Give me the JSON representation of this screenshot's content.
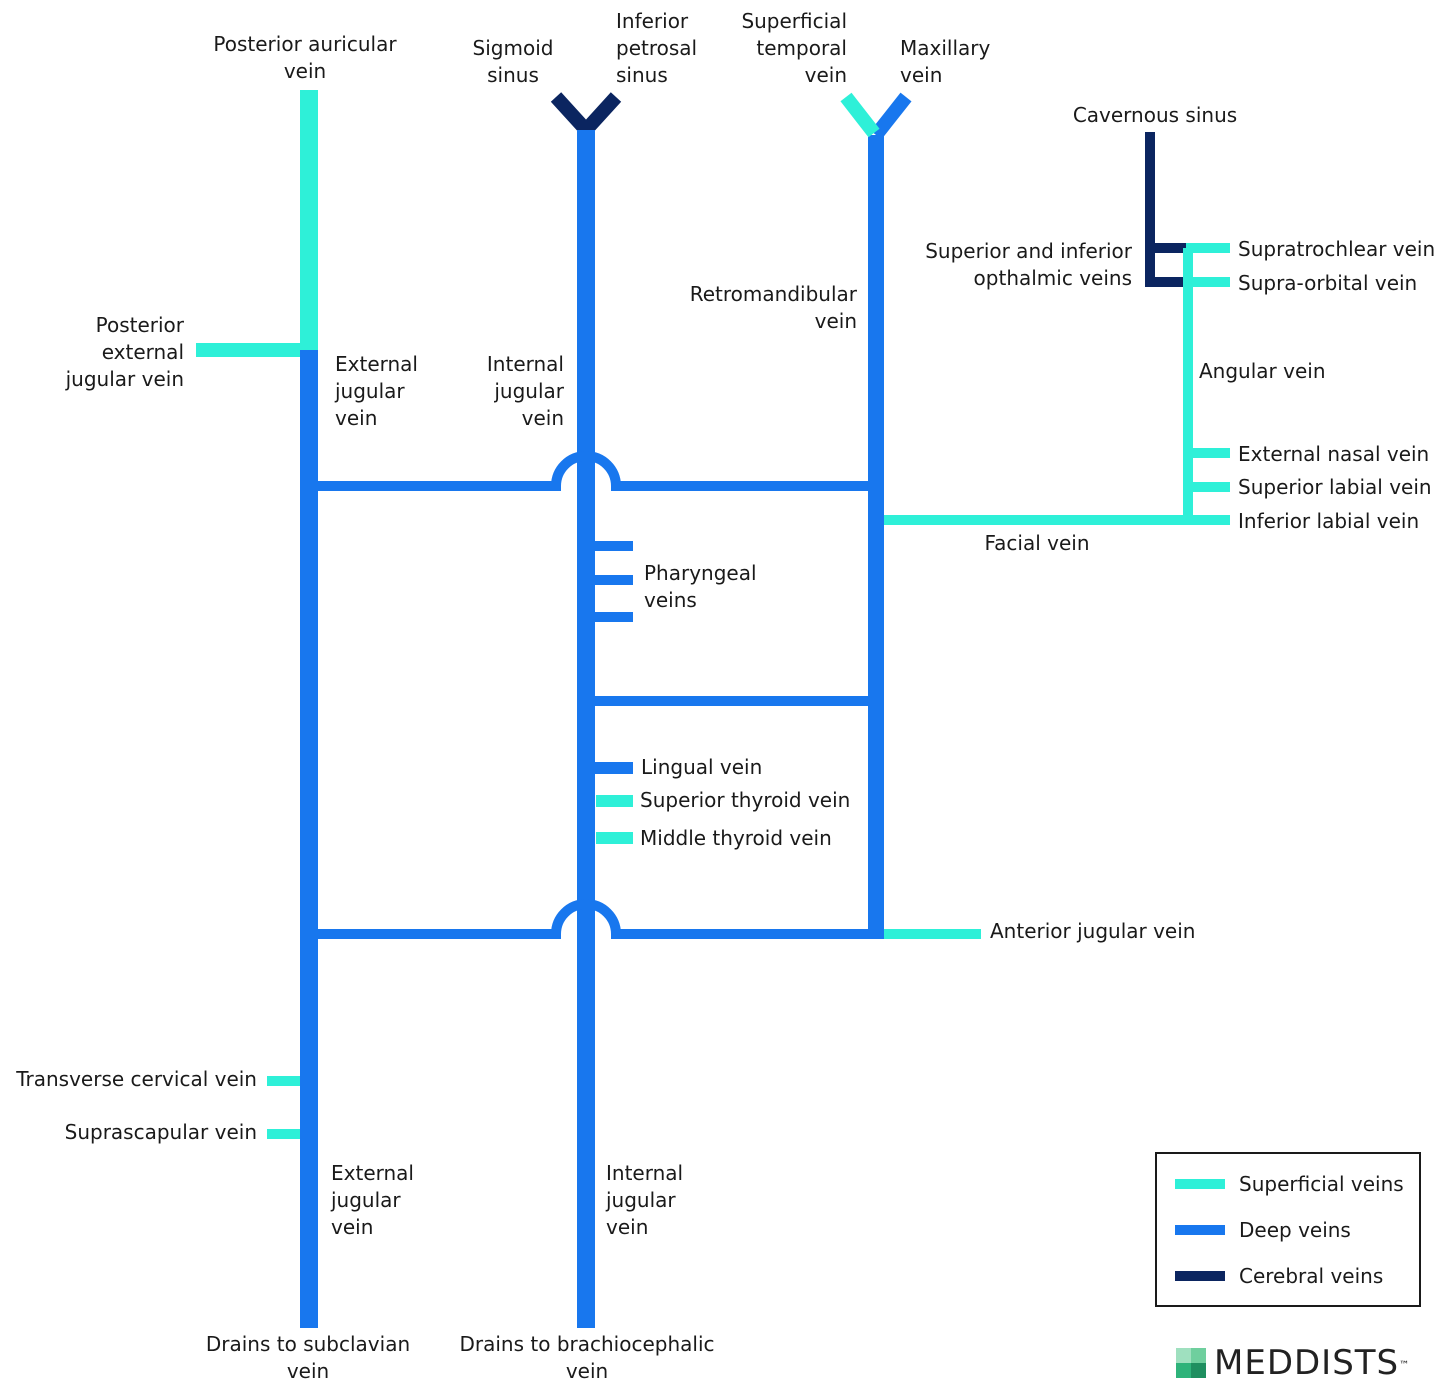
{
  "colors": {
    "superficial": "#2ef0d8",
    "deep": "#1877ee",
    "cerebral": "#0b2560"
  },
  "labels": {
    "posterior_auricular": "Posterior auricular\nvein",
    "sigmoid_sinus": "Sigmoid\nsinus",
    "inferior_petrosal": "Inferior\npetrosal\nsinus",
    "superficial_temporal": "Superficial\ntemporal\nvein",
    "maxillary": "Maxillary\nvein",
    "cavernous_sinus": "Cavernous sinus",
    "ophthalmic": "Superior and inferior\nopthalmic veins",
    "supratrochlear": "Supratrochlear vein",
    "supraorbital": "Supra-orbital vein",
    "retromandibular": "Retromandibular\nvein",
    "posterior_external_jugular": "Posterior\nexternal\njugular vein",
    "external_jugular_top": "External\njugular\nvein",
    "internal_jugular_top": "Internal\njugular\nvein",
    "angular": "Angular vein",
    "external_nasal": "External nasal vein",
    "superior_labial": "Superior labial vein",
    "inferior_labial": "Inferior labial vein",
    "facial": "Facial vein",
    "pharyngeal": "Pharyngeal\nveins",
    "lingual": "Lingual vein",
    "superior_thyroid": "Superior thyroid vein",
    "middle_thyroid": "Middle thyroid vein",
    "anterior_jugular": "Anterior jugular vein",
    "transverse_cervical": "Transverse cervical vein",
    "suprascapular": "Suprascapular vein",
    "external_jugular_bottom": "External\njugular\nvein",
    "internal_jugular_bottom": "Internal\njugular\nvein",
    "drains_subclavian": "Drains to subclavian\nvein",
    "drains_brachiocephalic": "Drains to brachiocephalic\nvein"
  },
  "legend": {
    "items": [
      {
        "label": "Superficial veins",
        "type": "superficial"
      },
      {
        "label": "Deep veins",
        "type": "deep"
      },
      {
        "label": "Cerebral veins",
        "type": "cerebral"
      }
    ]
  },
  "brand": {
    "name": "MEDDISTS",
    "trademark": "™"
  }
}
